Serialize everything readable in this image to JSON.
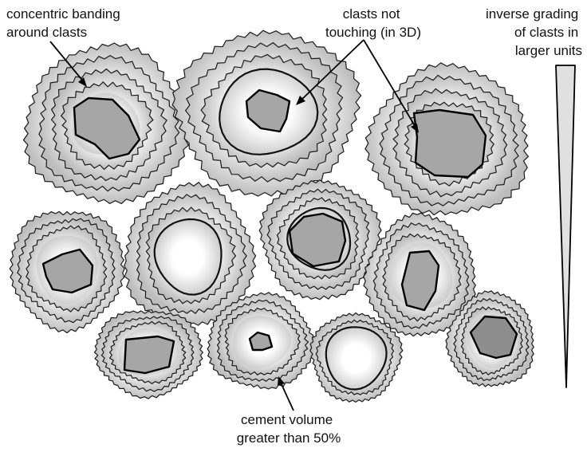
{
  "labels": {
    "concentric_banding": [
      "concentric banding",
      "around clasts"
    ],
    "clasts_not_touching": [
      "clasts not",
      "touching (in 3D)"
    ],
    "inverse_grading": [
      "inverse grading",
      "of clasts in",
      "larger units"
    ],
    "cement_volume": [
      "cement volume",
      "greater than 50%"
    ]
  },
  "colors": {
    "outline": "#1a1a1a",
    "clast_fill": "#a6a6a6",
    "clast_fill_dark": "#8e8e8e",
    "band_light": "#ffffff",
    "band_dark": "#bdbdbd",
    "wedge_fill": "#e0e0e0"
  },
  "grains": [
    {
      "name": "grain-1",
      "clast": "present"
    },
    {
      "name": "grain-2",
      "clast": "present"
    },
    {
      "name": "grain-3",
      "clast": "present"
    },
    {
      "name": "grain-4",
      "clast": "present"
    },
    {
      "name": "grain-5",
      "clast": "absent"
    },
    {
      "name": "grain-6",
      "clast": "present"
    },
    {
      "name": "grain-7",
      "clast": "present"
    },
    {
      "name": "grain-8",
      "clast": "present"
    },
    {
      "name": "grain-9",
      "clast": "present"
    },
    {
      "name": "grain-10",
      "clast": "absent"
    },
    {
      "name": "grain-11",
      "clast": "present"
    }
  ]
}
